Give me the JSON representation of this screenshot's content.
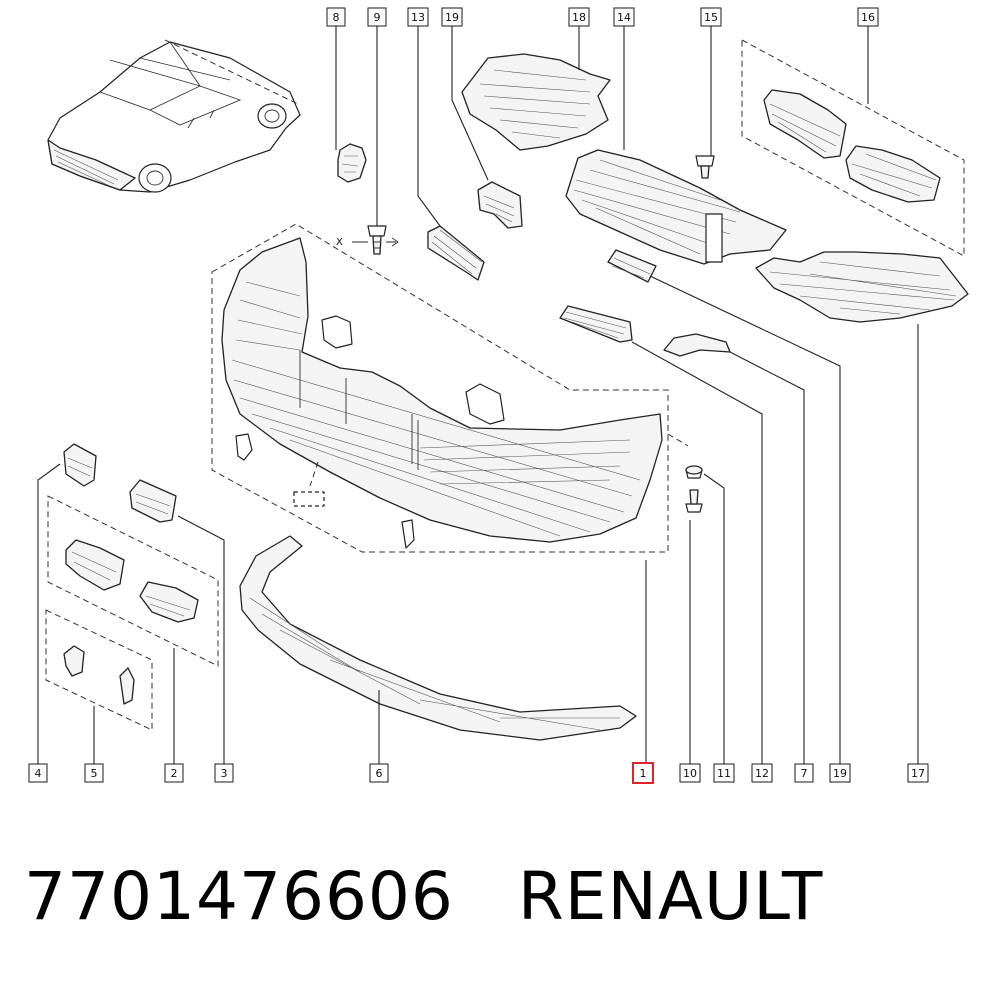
{
  "footer": {
    "part_number": "7701476606",
    "brand": "RENAULT"
  },
  "diagram": {
    "axis_label": "X",
    "selected_callout": "1",
    "callouts_top": [
      "8",
      "9",
      "13",
      "19",
      "18",
      "14",
      "15",
      "16"
    ],
    "callouts_bottom": [
      "4",
      "5",
      "2",
      "3",
      "6",
      "1",
      "10",
      "11",
      "12",
      "7",
      "19",
      "17"
    ]
  },
  "colors": {
    "line": "#222222",
    "highlight": "#e0232b",
    "background": "#ffffff"
  },
  "icons": [
    "car-thumbnail-icon",
    "bumper-icon",
    "clip-icon",
    "screw-icon",
    "undertray-icon"
  ]
}
